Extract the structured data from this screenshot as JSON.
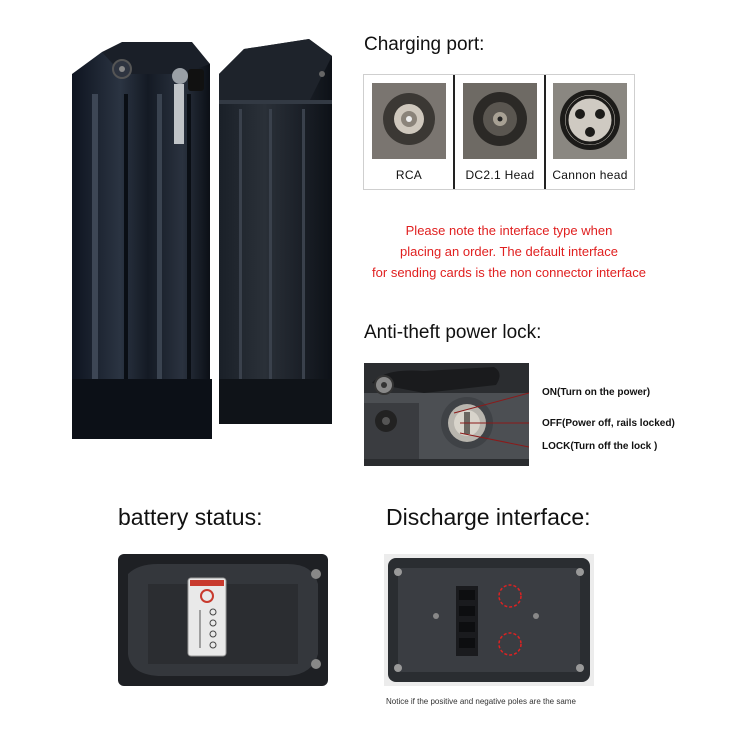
{
  "charging": {
    "heading": "Charging port:",
    "ports": [
      {
        "label": "RCA"
      },
      {
        "label": "DC2.1 Head"
      },
      {
        "label": "Cannon head"
      }
    ]
  },
  "note": {
    "lines": [
      "Please note the interface type when",
      "placing an order. The default interface",
      "for sending cards is the non connector interface"
    ],
    "color": "#e02020"
  },
  "lock": {
    "heading": "Anti-theft power lock:",
    "labels": {
      "on": "ON(Turn on the power)",
      "off": "OFF(Power off, rails locked)",
      "lock": "LOCK(Turn off the lock )"
    }
  },
  "status": {
    "heading": "battery status:"
  },
  "discharge": {
    "heading": "Discharge interface:",
    "notice": "Notice if the positive and negative poles are the same"
  }
}
